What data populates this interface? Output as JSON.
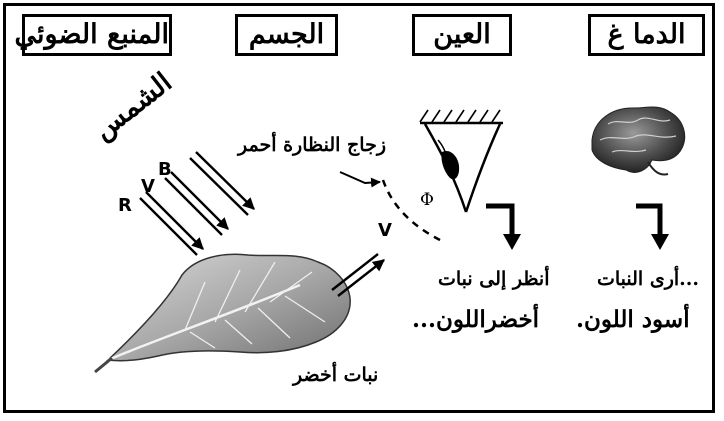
{
  "headers": {
    "light_source": "المنبع الضوئي",
    "object": "الجسم",
    "eye": "العين",
    "brain": "الدما غ"
  },
  "labels": {
    "sun": "الشمس",
    "ray_r": "R",
    "ray_v": "V",
    "ray_b": "B",
    "reflected_v": "V",
    "glass": "زجاج النظارة أحمر",
    "phi": "Φ",
    "green_plant": "نبات أخضر"
  },
  "captions": {
    "eye_line1": "أنظر إلى نبات",
    "eye_line2": "أخضراللون...",
    "brain_line1": "...أرى النبات",
    "brain_line2": "أسود اللون."
  }
}
